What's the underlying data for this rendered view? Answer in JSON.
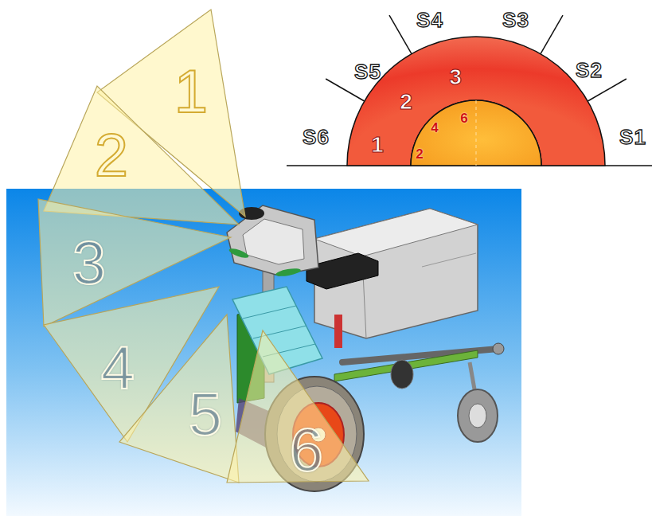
{
  "diagram": {
    "nodes": [
      {
        "text": [
          "1"
        ]
      },
      {
        "text": [
          "2"
        ]
      },
      {
        "text": [
          "3"
        ]
      },
      {
        "text": [
          "4"
        ]
      },
      {
        "text": [
          "5"
        ]
      },
      {
        "text": [
          "6"
        ]
      },
      {
        "text": [
          "1",
          "2",
          "3"
        ]
      },
      {
        "text": [
          "2",
          "4",
          "6"
        ],
        "in": 6
      }
    ],
    "labels": [
      "S6",
      "S5",
      "S4",
      "S3",
      "S2",
      "S1"
    ]
  }
}
